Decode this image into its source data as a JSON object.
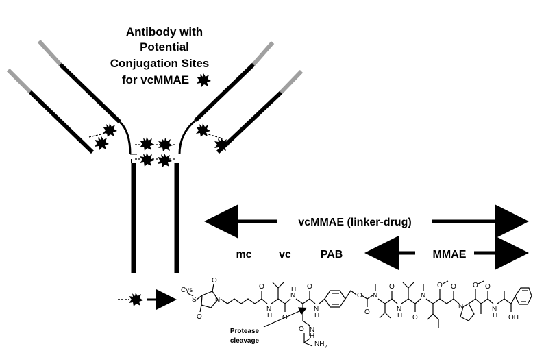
{
  "title": {
    "lines": [
      "Antibody with",
      "Potential",
      "Conjugation Sites",
      "for vcMMAE"
    ]
  },
  "linker_drug": {
    "span_label": "vcMMAE (linker-drug)",
    "segments": {
      "mc": "mc",
      "vc": "vc",
      "pab": "PAB",
      "mmae": "MMAE"
    }
  },
  "annotation": {
    "line1": "Protease",
    "line2": "cleavage"
  },
  "chemistry": {
    "cys": "Cys",
    "s": "S",
    "n": "N",
    "o": "O",
    "h": "H",
    "oh": "OH",
    "nh2": "NH",
    "nh2_sub": "2"
  },
  "colors": {
    "chain": "#000000",
    "variable_tip": "#a0a0a0",
    "drug": "#000000"
  },
  "icons": {
    "drug": "starburst-drug-icon",
    "arrow": "double-headed-arrow"
  }
}
